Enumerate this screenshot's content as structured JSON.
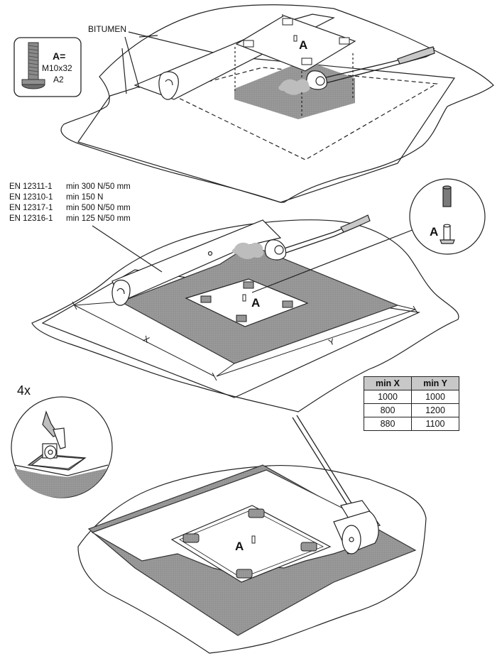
{
  "labels": {
    "bitumen": "BITUMEN",
    "part_letter": "A",
    "bolt_a": "A=",
    "bolt_size": "M10x32",
    "bolt_grade": "A2",
    "axis_x": "X",
    "axis_y": "Y",
    "count": "4x"
  },
  "standards": [
    {
      "code": "EN 12311-1",
      "requirement": "min 300 N/50 mm"
    },
    {
      "code": "EN 12310-1",
      "requirement": "min 150 N"
    },
    {
      "code": "EN 12317-1",
      "requirement": "min 500 N/50 mm"
    },
    {
      "code": "EN 12316-1",
      "requirement": "min 125 N/50 mm"
    }
  ],
  "dimensions_table": {
    "headers": [
      "min X",
      "min Y"
    ],
    "rows": [
      [
        "1000",
        "1000"
      ],
      [
        "800",
        "1200"
      ],
      [
        "880",
        "1100"
      ]
    ]
  },
  "colors": {
    "membrane_gray": "#8f8f8f",
    "line": "#222222"
  }
}
